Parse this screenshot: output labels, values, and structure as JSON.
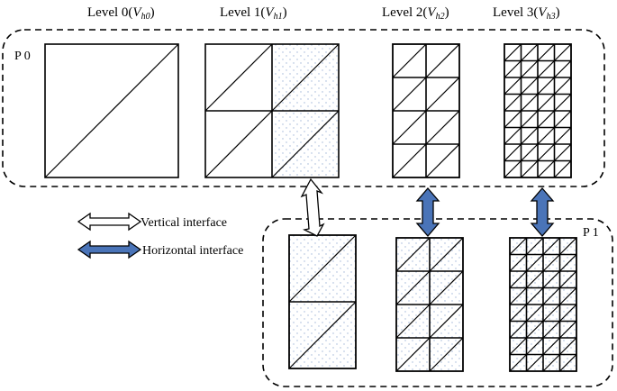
{
  "levels": [
    {
      "prefix": "Level 0(",
      "var": "V",
      "sub": "h0",
      "suffix": ")"
    },
    {
      "prefix": "Level 1(",
      "var": "V",
      "sub": "h1",
      "suffix": ")"
    },
    {
      "prefix": "Level 2(",
      "var": "V",
      "sub": "h2",
      "suffix": ")"
    },
    {
      "prefix": "Level 3(",
      "var": "V",
      "sub": "h3",
      "suffix": ")"
    }
  ],
  "processes": {
    "p0": "P 0",
    "p1": "P 1"
  },
  "legend": {
    "vertical": "Vertical interface",
    "horizontal": "Horizontal interface"
  },
  "colors": {
    "horizontal_arrow": "#4a74b8",
    "stroke": "#000000",
    "dots": "#9fb4d6"
  }
}
